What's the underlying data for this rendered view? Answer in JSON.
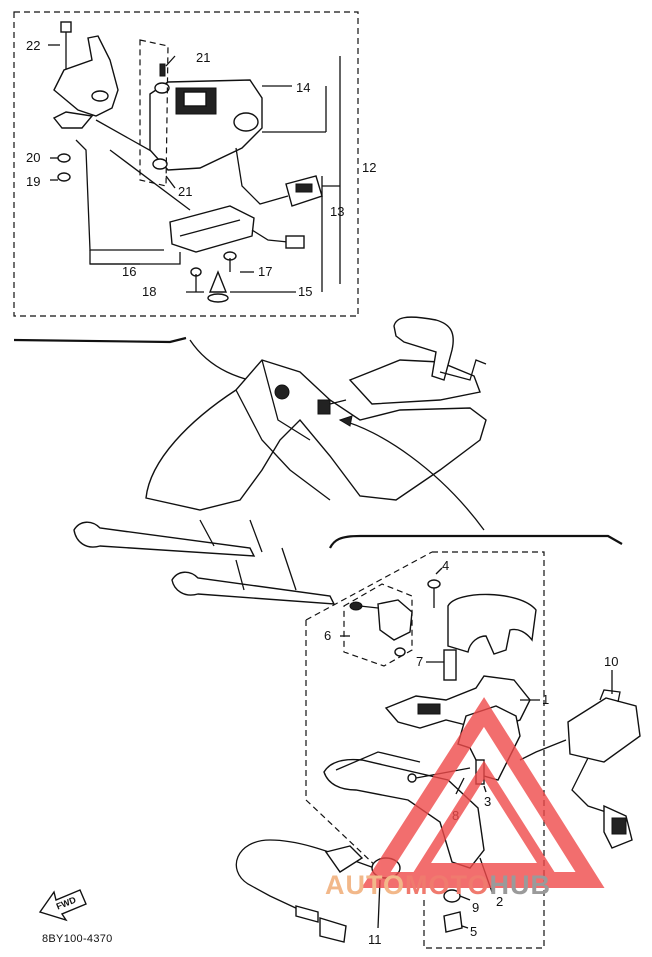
{
  "diagram": {
    "code": "8BY100-4370",
    "callouts": [
      "1",
      "2",
      "3",
      "4",
      "5",
      "6",
      "7",
      "8",
      "9",
      "10",
      "11",
      "12",
      "13",
      "14",
      "15",
      "16",
      "17",
      "18",
      "19",
      "20",
      "21",
      "21",
      "22"
    ],
    "front_arrow_text": "FWD"
  },
  "watermark": {
    "part1": "AUTO",
    "part2": "MOTO",
    "part3": "HUB",
    "colors": {
      "auto": "#f2b88a",
      "moto": "#f07a6e",
      "hub": "#9a9a9a",
      "logo": "#f04a4a"
    }
  }
}
